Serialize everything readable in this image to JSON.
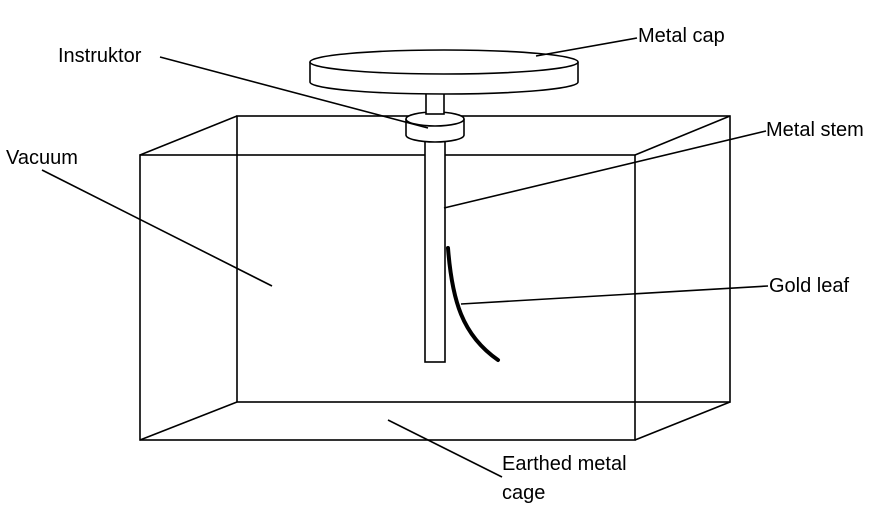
{
  "diagram": {
    "title": "Gold leaf electroscope",
    "labels": {
      "metal_cap": "Metal cap",
      "instruktor": "Instruktor",
      "metal_stem": "Metal stem",
      "vacuum": "Vacuum",
      "gold_leaf": "Gold leaf",
      "earthed_line1": "Earthed metal",
      "earthed_line2": "cage"
    },
    "colors": {
      "line": "#000000",
      "background": "#ffffff"
    }
  }
}
